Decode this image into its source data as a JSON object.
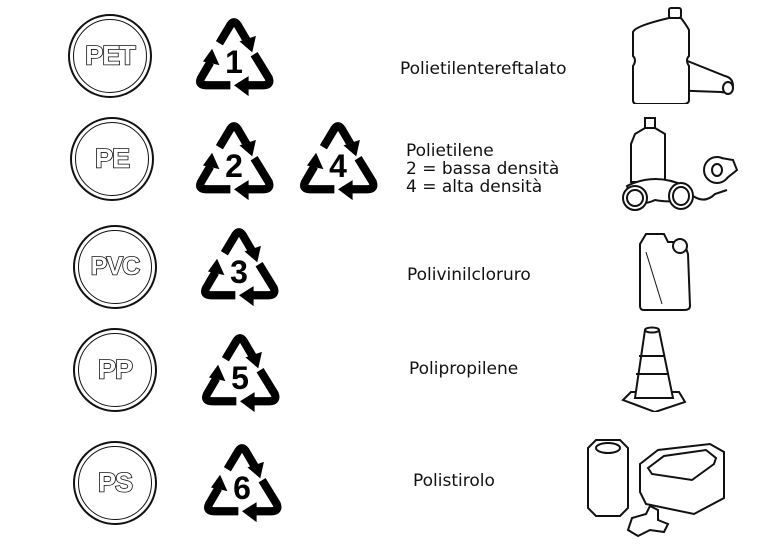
{
  "rows": [
    {
      "abbr": "PET",
      "codes": [
        "1"
      ],
      "label_lines": [
        "Polietilentereftalato"
      ],
      "illustration": "bottles-icon"
    },
    {
      "abbr": "PE",
      "codes": [
        "2",
        "4"
      ],
      "label_lines": [
        "Polietilene",
        "2 = bassa densità",
        "4 = alta densità"
      ],
      "illustration": "canister-pipe-tape-icon"
    },
    {
      "abbr": "PVC",
      "codes": [
        "3"
      ],
      "label_lines": [
        "Polivinilcloruro"
      ],
      "illustration": "jerrycan-icon"
    },
    {
      "abbr": "PP",
      "codes": [
        "5"
      ],
      "label_lines": [
        "Polipropilene"
      ],
      "illustration": "traffic-cone-icon"
    },
    {
      "abbr": "PS",
      "codes": [
        "6"
      ],
      "label_lines": [
        "Polistirolo"
      ],
      "illustration": "polystyrene-packaging-icon"
    }
  ],
  "colors": {
    "ink": "#111111",
    "background": "#ffffff"
  }
}
